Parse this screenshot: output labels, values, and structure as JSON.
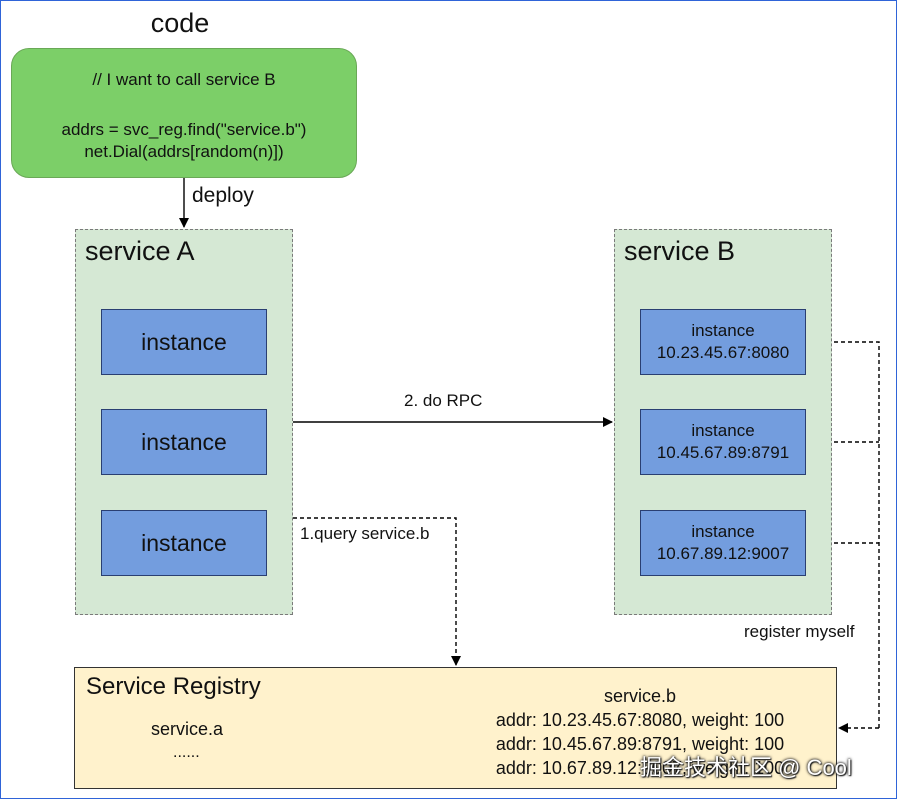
{
  "code": {
    "title": "code",
    "comment": "// I want to call service B",
    "line1": "addrs = svc_reg.find(\"service.b\")",
    "line2": "net.Dial(addrs[random(n)])"
  },
  "edges": {
    "deploy": "deploy",
    "rpc": "2. do RPC",
    "query": "1.query service.b",
    "register": "register myself"
  },
  "service_a": {
    "title": "service A",
    "instances": [
      "instance",
      "instance",
      "instance"
    ]
  },
  "service_b": {
    "title": "service B",
    "instances": [
      {
        "label": "instance",
        "addr": "10.23.45.67:8080"
      },
      {
        "label": "instance",
        "addr": "10.45.67.89:8791"
      },
      {
        "label": "instance",
        "addr": "10.67.89.12:9007"
      }
    ]
  },
  "registry": {
    "title": "Service Registry",
    "service_a": "service.a",
    "ellipsis": "......",
    "service_b": "service.b",
    "entries": [
      "addr: 10.23.45.67:8080, weight: 100",
      "addr: 10.45.67.89:8791, weight: 100",
      "addr: 10.67.89.12:9007, weight: 100"
    ]
  },
  "watermark": "掘金技术社区 @ Cool",
  "colors": {
    "code_fill": "#7ccf68",
    "service_fill": "#d5e8d4",
    "instance_fill": "#739dde",
    "registry_fill": "#fff2cc"
  }
}
